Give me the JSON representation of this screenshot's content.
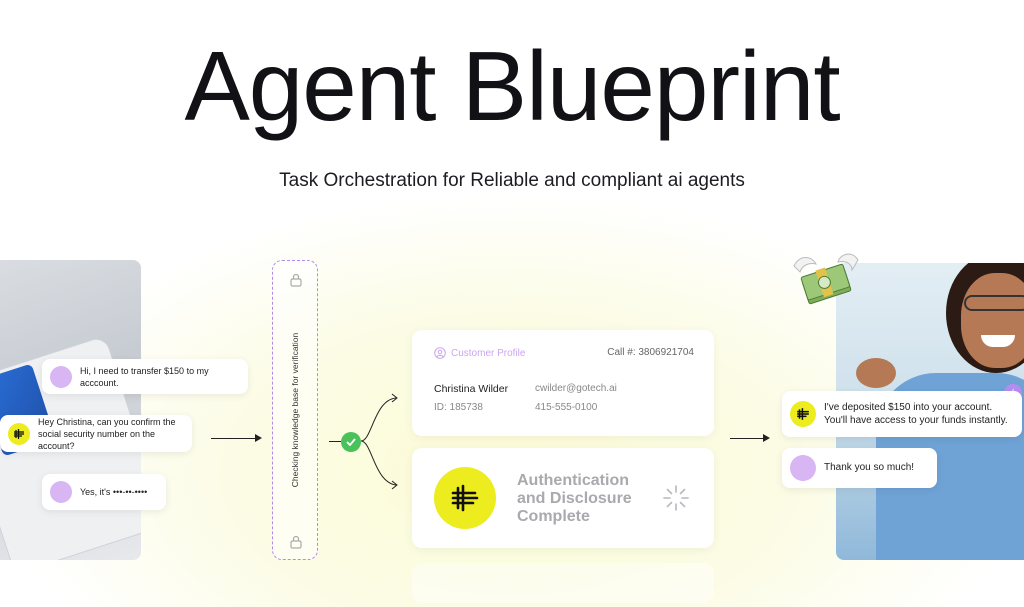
{
  "header": {
    "title": "Agent Blueprint",
    "subtitle": "Task Orchestration for Reliable and compliant ai agents"
  },
  "left_chat": {
    "messages": [
      {
        "sender": "customer",
        "text": "Hi, I need to transfer $150 to my acccount."
      },
      {
        "sender": "agent",
        "text": "Hey Christina, can you confirm the social security number on the account?"
      },
      {
        "sender": "customer",
        "text": "Yes, it's •••-••-••••"
      }
    ]
  },
  "knowledge_base": {
    "label": "Checking knowledge base for verification"
  },
  "profile": {
    "header": "Customer Profile",
    "call_number": "Call #: 3806921704",
    "name": "Christina Wilder",
    "id": "ID: 185738",
    "email": "cwilder@gotech.ai",
    "phone": "415-555-0100"
  },
  "auth": {
    "status": "Authentication and Disclosure Complete"
  },
  "right_chat": {
    "messages": [
      {
        "sender": "agent",
        "text": "I've deposited $150 into your account. You'll have access to your funds instantly."
      },
      {
        "sender": "customer",
        "text": "Thank you so much!"
      }
    ]
  },
  "colors": {
    "accent_yellow": "#ecec1f",
    "accent_purple": "#b48ae8",
    "check_green": "#49c25a"
  },
  "icons": [
    "lock-icon",
    "check-icon",
    "user-circle-icon",
    "brand-logo-icon",
    "spinner-icon",
    "flying-money-icon",
    "bolt-icon",
    "arrow-icon"
  ]
}
